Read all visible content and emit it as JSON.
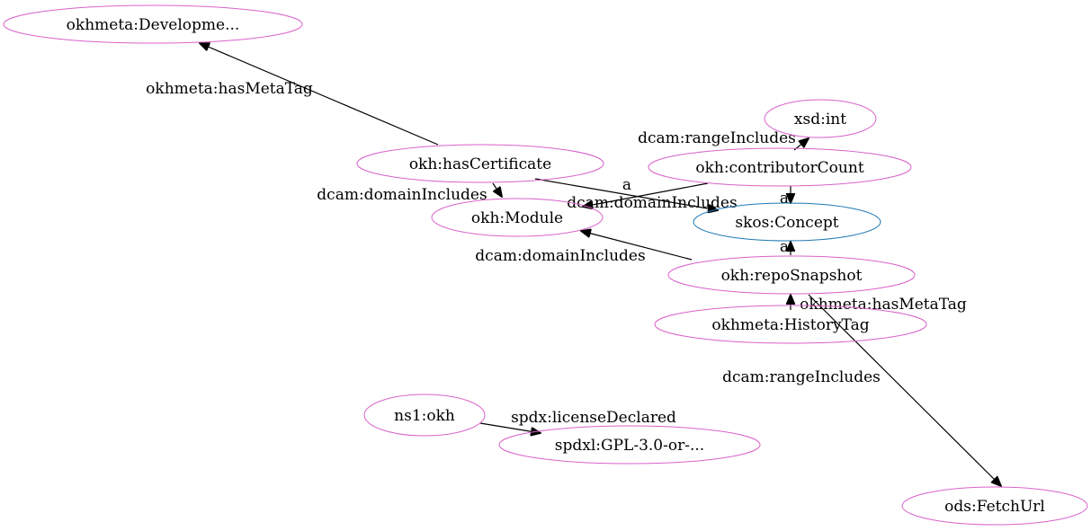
{
  "colors": {
    "default_node": "#d962c9",
    "highlight_node": "#1f78b4",
    "edge": "#000000"
  },
  "nodes": [
    {
      "label": "okhmeta:Developme..."
    },
    {
      "label": "okh:hasCertificate"
    },
    {
      "label": "xsd:int"
    },
    {
      "label": "okh:contributorCount"
    },
    {
      "label": "okh:Module"
    },
    {
      "label": "skos:Concept"
    },
    {
      "label": "okh:repoSnapshot"
    },
    {
      "label": "okhmeta:HistoryTag"
    },
    {
      "label": "ns1:okh"
    },
    {
      "label": "spdxl:GPL-3.0-or-..."
    },
    {
      "label": "ods:FetchUrl"
    }
  ],
  "edges": [
    {
      "label": "okhmeta:hasMetaTag"
    },
    {
      "label": "dcam:domainIncludes"
    },
    {
      "label": "a"
    },
    {
      "label": "dcam:rangeIncludes"
    },
    {
      "label": "dcam:domainIncludes"
    },
    {
      "label": "a"
    },
    {
      "label": "dcam:domainIncludes"
    },
    {
      "label": "a"
    },
    {
      "label": "okhmeta:hasMetaTag"
    },
    {
      "label": "dcam:rangeIncludes"
    },
    {
      "label": "spdx:licenseDeclared"
    }
  ]
}
